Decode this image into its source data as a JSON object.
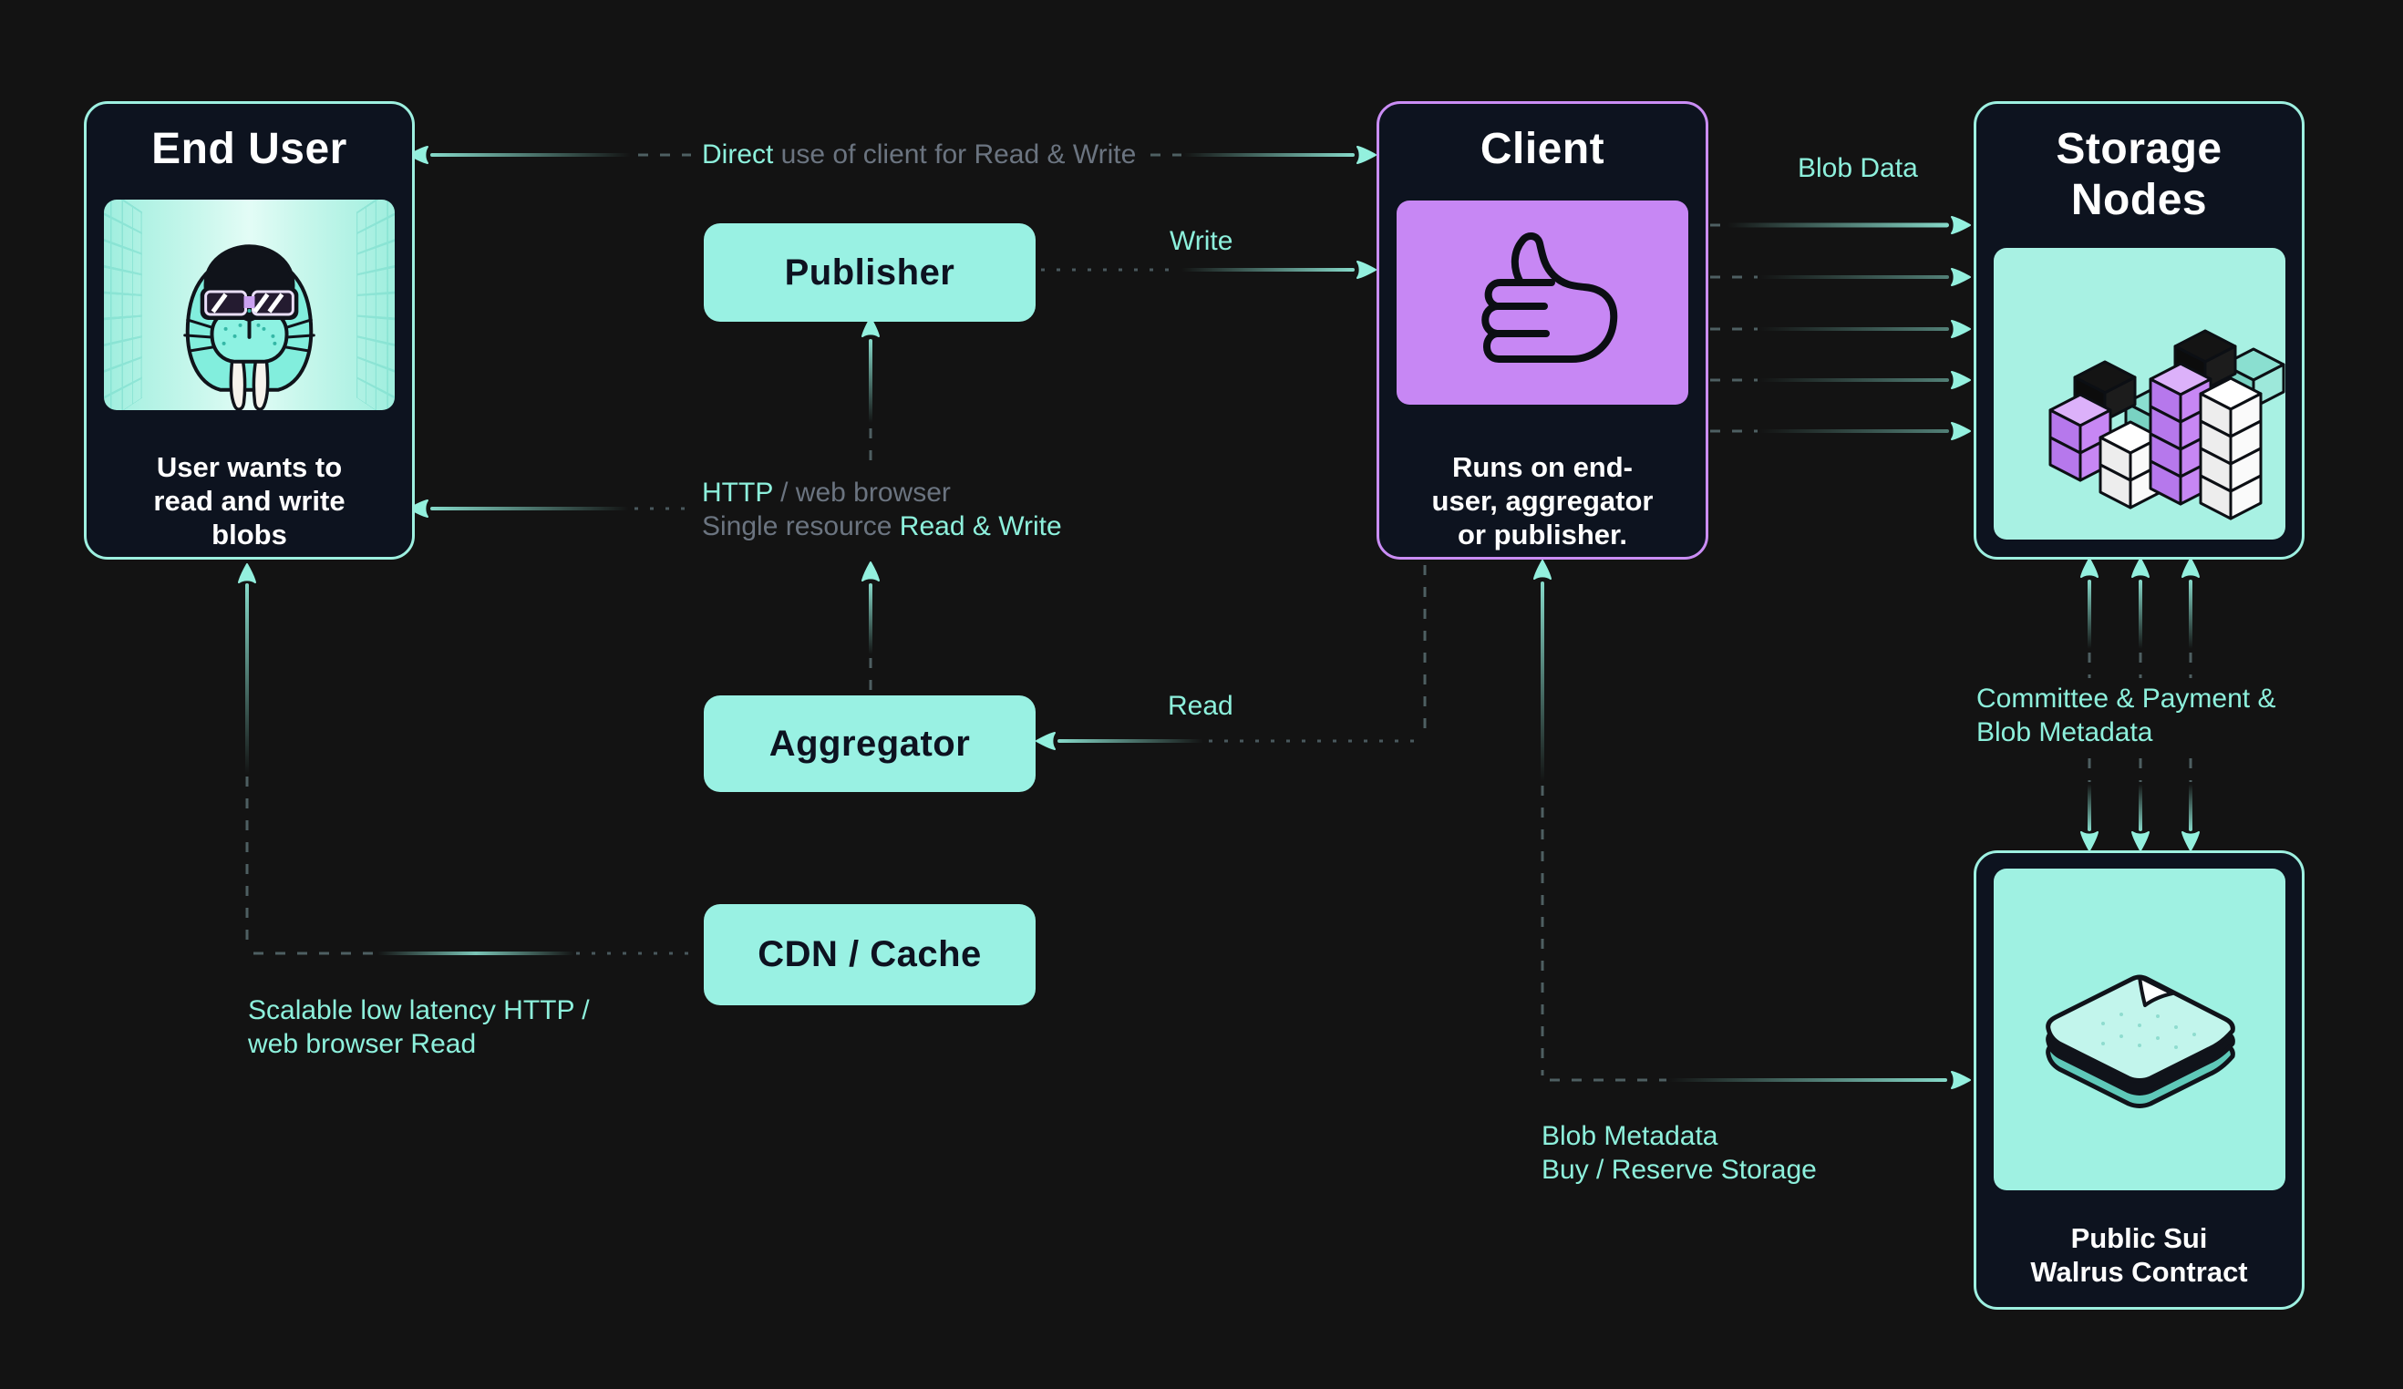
{
  "colors": {
    "canvas_bg": "#131313",
    "card_bg": "#0d131f",
    "accent_teal": "#93f0de",
    "accent_purple": "#c787f4",
    "pill_fill": "#99f1e3",
    "muted_text": "#6b7480",
    "title_text": "#ffffff"
  },
  "cards": {
    "end_user": {
      "title": "End User",
      "caption": "User wants to read and write blobs",
      "icon": "walrus-icon"
    },
    "client": {
      "title": "Client",
      "caption": "Runs on end-user, aggregator or publisher.",
      "icon": "thumbs-up-icon"
    },
    "storage_nodes": {
      "title": "Storage Nodes",
      "icon": "storage-cubes-icon"
    },
    "contract": {
      "caption": "Public Sui Walrus Contract",
      "icon": "contract-papers-icon"
    }
  },
  "pills": {
    "publisher": "Publisher",
    "aggregator": "Aggregator",
    "cdn": "CDN / Cache"
  },
  "labels": {
    "direct": {
      "highlight": "Direct",
      "rest": " use of client for Read & Write"
    },
    "write": "Write",
    "blob_data": "Blob Data",
    "http": {
      "line1_highlight": "HTTP",
      "line1_rest": " / web browser",
      "line2_muted": "Single resource ",
      "line2_highlight": "Read & Write"
    },
    "read": "Read",
    "committee_line1": "Committee & Payment &",
    "committee_line2": "Blob Metadata",
    "scalable_line1": "Scalable low latency HTTP /",
    "scalable_line2": "web browser Read",
    "blob_meta_line1": "Blob Metadata",
    "blob_meta_line2": "Buy / Reserve Storage"
  }
}
